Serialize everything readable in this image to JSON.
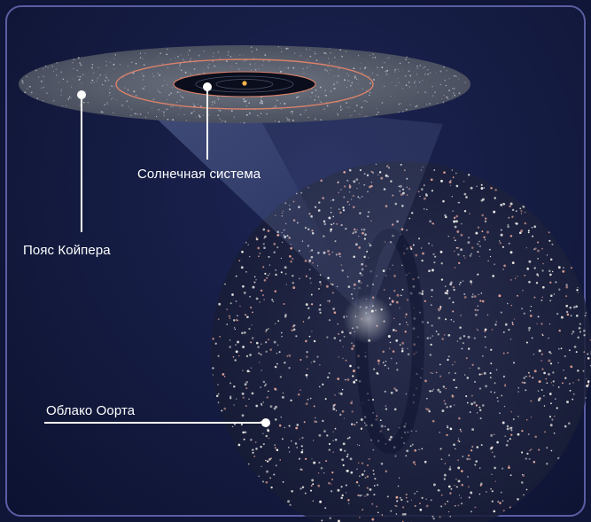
{
  "labels": {
    "solar_system": "Солнечная система",
    "kuiper_belt": "Пояс Койпера",
    "oort_cloud": "Облако Оорта"
  },
  "colors": {
    "background": "#141b40",
    "frame_border": "#5a5ea3",
    "leader_line": "#ffffff",
    "orbit": "#d9826a",
    "sun": "#ffb347"
  }
}
